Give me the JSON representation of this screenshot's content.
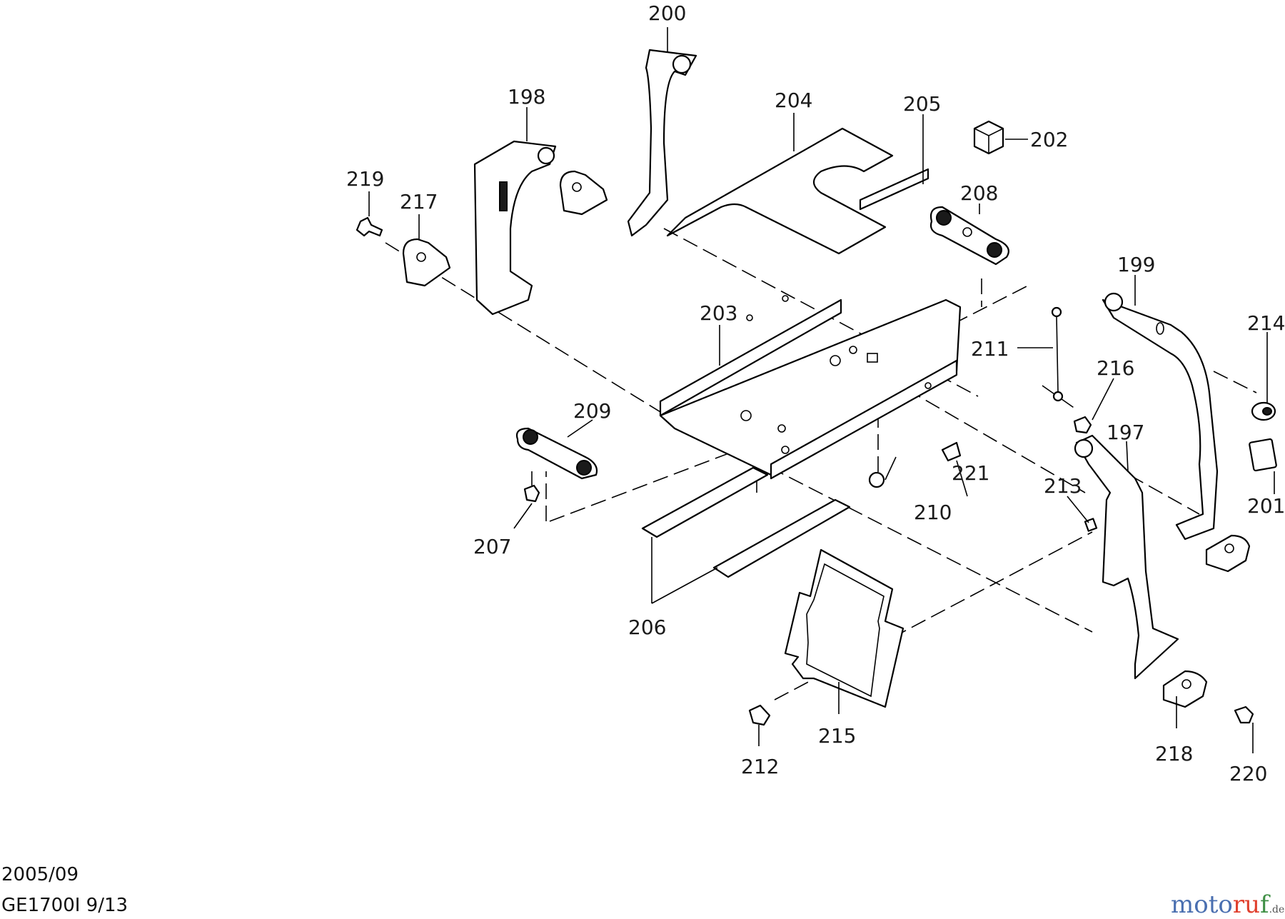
{
  "callouts": {
    "c197": "197",
    "c198": "198",
    "c199": "199",
    "c200": "200",
    "c201": "201",
    "c202": "202",
    "c203": "203",
    "c204": "204",
    "c205": "205",
    "c206": "206",
    "c207": "207",
    "c208": "208",
    "c209": "209",
    "c210": "210",
    "c211": "211",
    "c212": "212",
    "c213": "213",
    "c214": "214",
    "c215": "215",
    "c216": "216",
    "c217": "217",
    "c218": "218",
    "c219": "219",
    "c220": "220",
    "c221": "221"
  },
  "footer": {
    "date": "2005/09",
    "model": "GE1700I 9/13"
  },
  "watermark": {
    "text": "motoruf.de",
    "colors": [
      "#4a6fb0",
      "#e0402e",
      "#3f8f45"
    ]
  }
}
